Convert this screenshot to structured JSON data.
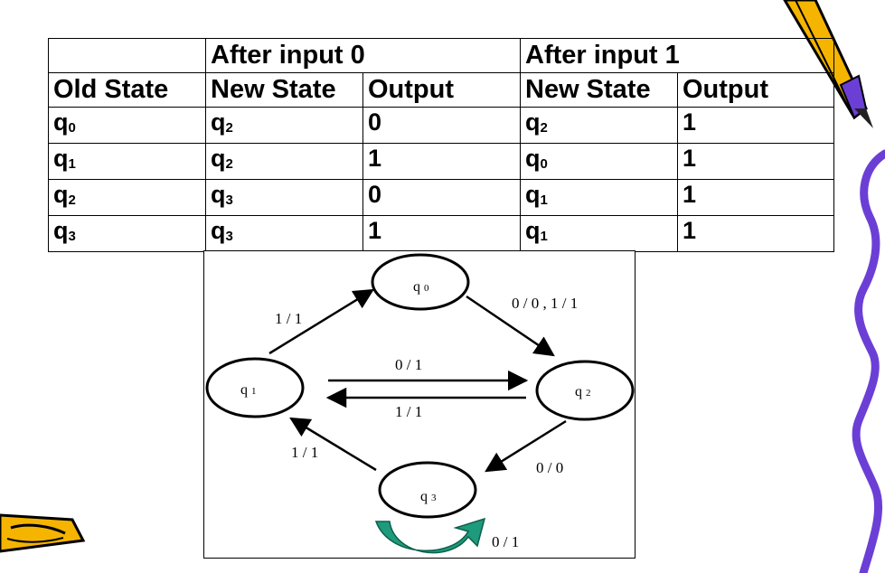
{
  "table": {
    "header_row1": [
      "",
      "After input 0",
      "",
      "After input 1",
      ""
    ],
    "header_row2": [
      "Old State",
      "New State",
      "Output",
      "New State",
      "Output"
    ],
    "rows": [
      [
        [
          "q",
          "0"
        ],
        [
          "q",
          "2"
        ],
        [
          "0",
          ""
        ],
        [
          "q",
          "2"
        ],
        [
          "1",
          ""
        ]
      ],
      [
        [
          "q",
          "1"
        ],
        [
          "q",
          "2"
        ],
        [
          "1",
          ""
        ],
        [
          "q",
          "0"
        ],
        [
          "1",
          ""
        ]
      ],
      [
        [
          "q",
          "2"
        ],
        [
          "q",
          "3"
        ],
        [
          "0",
          ""
        ],
        [
          "q",
          "1"
        ],
        [
          "1",
          ""
        ]
      ],
      [
        [
          "q",
          "3"
        ],
        [
          "q",
          "3"
        ],
        [
          "1",
          ""
        ],
        [
          "q",
          "1"
        ],
        [
          "1",
          ""
        ]
      ]
    ]
  },
  "diagram": {
    "states": [
      {
        "id": "q0",
        "base": "q",
        "sub": "0"
      },
      {
        "id": "q1",
        "base": "q",
        "sub": "1"
      },
      {
        "id": "q2",
        "base": "q",
        "sub": "2"
      },
      {
        "id": "q3",
        "base": "q",
        "sub": "3"
      }
    ],
    "edges": [
      {
        "from": "q1",
        "to": "q0",
        "label": "1 / 1"
      },
      {
        "from": "q0",
        "to": "q2",
        "label": "0 / 0 ,  1 / 1"
      },
      {
        "from": "q1",
        "to": "q2",
        "label": "0 / 1"
      },
      {
        "from": "q2",
        "to": "q1",
        "label": "1 / 1"
      },
      {
        "from": "q3",
        "to": "q1",
        "label": "1 / 1"
      },
      {
        "from": "q2",
        "to": "q3",
        "label": "0 / 0"
      },
      {
        "from": "q3",
        "to": "q3",
        "label": "0 / 1"
      }
    ],
    "self_loop_color": "#1e9a7c"
  },
  "decor": {
    "pencil_color": "#f5b400",
    "pencil_tip_color": "#6b3fd6",
    "scribble_color": "#6b3fd6"
  }
}
